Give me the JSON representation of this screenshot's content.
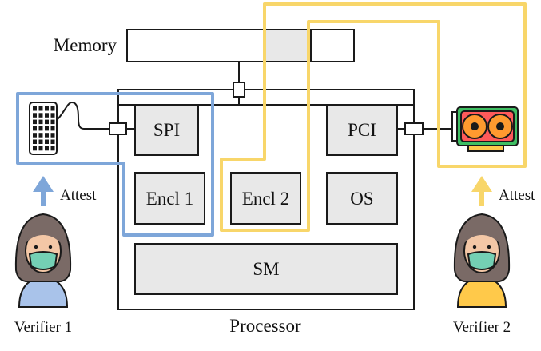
{
  "memory": {
    "label": "Memory"
  },
  "processor": {
    "label": "Processor"
  },
  "blocks": {
    "spi": "SPI",
    "encl1": "Encl 1",
    "encl2": "Encl 2",
    "pci": "PCI",
    "os": "OS",
    "sm": "SM"
  },
  "verifiers": {
    "left": {
      "label": "Verifier 1",
      "attest": "Attest"
    },
    "right": {
      "label": "Verifier 2",
      "attest": "Attest"
    }
  },
  "colors": {
    "blue": "#7ea6d9",
    "yellow": "#f8d66a",
    "block_fill": "#e8e8e8",
    "stroke": "#1a1a1a",
    "skin": "#f3c7a6",
    "hair": "#7a6a66",
    "mask": "#74d0b4",
    "shirt_left": "#a9c3ea",
    "shirt_right": "#ffc94a",
    "gpu_board": "#3fbf63",
    "gpu_fan": "#ff9a2f",
    "gpu_body": "#ff5a5a"
  },
  "icons": {
    "left_device": "keyboard-icon",
    "right_device": "graphics-card-icon",
    "left_person": "masked-person-icon",
    "right_person": "masked-person-icon"
  }
}
